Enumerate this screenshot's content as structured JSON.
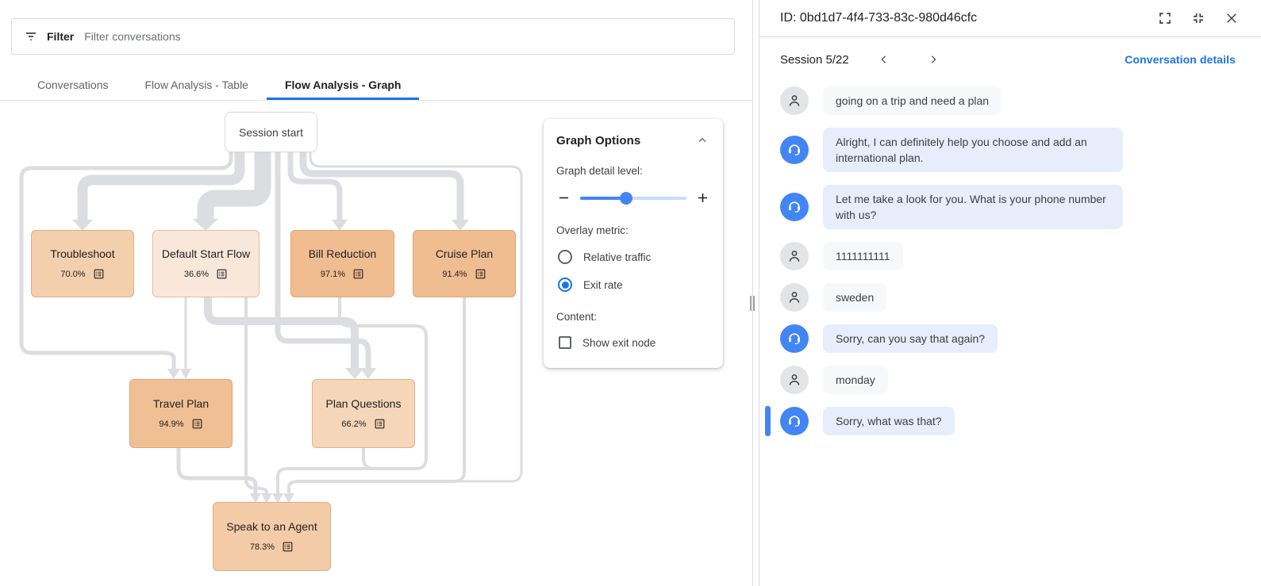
{
  "filter": {
    "label": "Filter",
    "placeholder": "Filter conversations",
    "icon": "filter-list-icon"
  },
  "tabs": [
    {
      "label": "Conversations",
      "active": false
    },
    {
      "label": "Flow Analysis - Table",
      "active": false
    },
    {
      "label": "Flow Analysis - Graph",
      "active": true
    }
  ],
  "graph": {
    "start_label": "Session start",
    "overlay_metric_shown": "Exit rate",
    "nodes": [
      {
        "label": "Troubleshoot",
        "exit_rate": "70.0%",
        "color": "#f3cfad"
      },
      {
        "label": "Default Start Flow",
        "exit_rate": "36.6%",
        "color": "#f9e8da"
      },
      {
        "label": "Bill Reduction",
        "exit_rate": "97.1%",
        "color": "#f0bd90"
      },
      {
        "label": "Cruise Plan",
        "exit_rate": "91.4%",
        "color": "#f0bd90"
      },
      {
        "label": "Travel Plan",
        "exit_rate": "94.9%",
        "color": "#f0c094"
      },
      {
        "label": "Plan Questions",
        "exit_rate": "66.2%",
        "color": "#f5d6b8"
      },
      {
        "label": "Speak to an Agent",
        "exit_rate": "78.3%",
        "color": "#f3cba6"
      }
    ],
    "edge_color": "#dcdde1"
  },
  "options": {
    "title": "Graph Options",
    "collapse_icon": "chevron-up-icon",
    "detail_label": "Graph detail level:",
    "slider_percent": 43,
    "overlay_label": "Overlay metric:",
    "radios": [
      {
        "label": "Relative traffic",
        "selected": false
      },
      {
        "label": "Exit rate",
        "selected": true
      }
    ],
    "content_label": "Content:",
    "checkbox": {
      "label": "Show exit node",
      "checked": false
    },
    "slider_color": "#4285f4",
    "radio_selected_color": "#1a73e8"
  },
  "panel": {
    "id_label": "ID: 0bd1d7-4f4-733-83c-980d46cfc",
    "actions": [
      "fullscreen-icon",
      "fullscreen-exit-icon",
      "close-icon"
    ],
    "session_label": "Session 5/22",
    "details_link": "Conversation details",
    "link_color": "#1a73e8",
    "bot_avatar_color": "#4285f4",
    "selection_color": "#4285f4",
    "messages": [
      {
        "sender": "user",
        "text": "going on a trip and need a plan",
        "selected": false
      },
      {
        "sender": "bot",
        "text": "Alright, I can definitely help you choose and add an international plan.",
        "selected": false
      },
      {
        "sender": "bot",
        "text": "Let me take a look for you. What is your phone number with us?",
        "selected": false
      },
      {
        "sender": "user",
        "text": "1111111111",
        "selected": false
      },
      {
        "sender": "user",
        "text": "sweden",
        "selected": false
      },
      {
        "sender": "bot",
        "text": "Sorry, can you say that again?",
        "selected": false
      },
      {
        "sender": "user",
        "text": "monday",
        "selected": false
      },
      {
        "sender": "bot",
        "text": "Sorry, what was that?",
        "selected": true
      }
    ]
  }
}
